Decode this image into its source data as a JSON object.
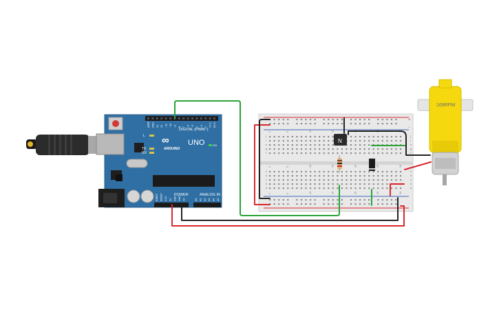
{
  "arduino": {
    "brand": "ARDUINO",
    "model": "UNO",
    "digital_label": "DIGITAL (PWM~)",
    "power_label": "POWER",
    "analog_label": "ANALOG IN",
    "on_label": "ON",
    "tx_label": "TX",
    "rx_label": "RX",
    "l_label": "L",
    "digital_pins": [
      "AREF",
      "GND",
      "13",
      "12",
      "~11",
      "~10",
      "~9",
      "8",
      "7",
      "~6",
      "~5",
      "4",
      "~3",
      "2",
      "TX 1",
      "RX 0"
    ],
    "power_pins": [
      "IOREF",
      "RESET",
      "3.3V",
      "5V",
      "GND",
      "GND",
      "Vin"
    ],
    "analog_pins": [
      "A0",
      "A1",
      "A2",
      "A3",
      "A4",
      "A5"
    ]
  },
  "breadboard": {
    "col_numbers": [
      "1",
      "5",
      "10",
      "15",
      "20",
      "25",
      "30"
    ],
    "row_letters_top": [
      "j",
      "i",
      "h",
      "g",
      "f"
    ],
    "row_letters_bottom": [
      "e",
      "d",
      "c",
      "b",
      "a"
    ],
    "rail_plus": "+",
    "rail_minus": "-"
  },
  "transistor": {
    "label": "N"
  },
  "motor": {
    "label": "169RPM"
  },
  "colors": {
    "board_blue": "#2f6fa4",
    "wire_red": "#d9262c",
    "wire_black": "#222222",
    "wire_green": "#29a337",
    "motor_yellow": "#f5d90e",
    "breadboard": "#e9e9e9"
  }
}
